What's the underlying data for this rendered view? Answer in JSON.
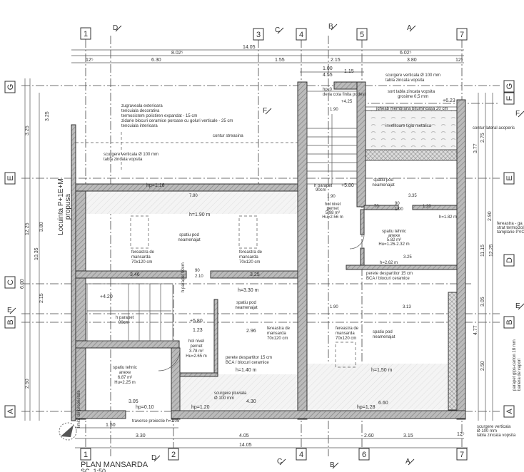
{
  "title": {
    "name": "PLAN MANSARDA",
    "scale": "SC. 1:50"
  },
  "axes": {
    "top": [
      "1",
      "3",
      "4",
      "5",
      "7"
    ],
    "bottom": [
      "1",
      "2",
      "4",
      "6",
      "7"
    ],
    "left": [
      "G",
      "E",
      "C",
      "B",
      "A"
    ],
    "right": [
      "G",
      "F",
      "E",
      "D",
      "B",
      "A"
    ]
  },
  "sections": {
    "top": [
      "D",
      "C",
      "B",
      "A"
    ],
    "bottom": [
      "D",
      "C",
      "B",
      "A"
    ],
    "side": [
      "F",
      "F",
      "E",
      "E"
    ]
  },
  "labels": {
    "d_top_total": "14.05",
    "d_top_a": "8.02⁵",
    "d_top_b": "6.02⁵",
    "d_top_c": "12⁵",
    "d_top_d": "6.30",
    "d_top_e": "1.55",
    "d_top_f": "2.15",
    "d_top_g": "3.80",
    "d_top_h": "12⁵",
    "d_top_i": "1.00",
    "d_top_j": "4.55",
    "d_top_k": "1.15",
    "d_bot_a": "1.50",
    "d_bot_b": "3.30",
    "d_bot_c": "4.05",
    "d_bot_d": "2.60",
    "d_bot_e": "3.15",
    "d_bot_total": "14.05",
    "d_bot_f": "12⁵",
    "d_left_a": "3.25",
    "d_left_b": "12.25",
    "d_left_c": "6.00",
    "d_left_d": "10.35",
    "d_left_e": "2.50",
    "d_left_f": "3.25",
    "d_left_g": "3.80",
    "d_left_h": "2.15",
    "d_right_a": "2.75",
    "d_right_b": "3.77",
    "d_right_c": "2.90",
    "d_right_d": "11.15",
    "d_right_e": "12.25",
    "d_right_f": "3.05",
    "d_right_g": "4.77",
    "d_right_h": "2.50",
    "building": "Locuinta P+1E+M",
    "building2": "propusa",
    "property": "limita de proprietate",
    "layers1": "zugraveala exterioara",
    "layers2": "tencuiala decorativa",
    "layers3": "termosistem polistiren expandat - 15 cm",
    "layers4": "zidarie blocuri ceramice poroase cu goluri verticale - 25 cm",
    "layers5": "tencuiala interioara",
    "eaves": "contur streasina",
    "drain1a": "scurgere verticala Ø 100 mm",
    "drain1b": "tabla zincata vopsita",
    "hp116": "hp=1,16",
    "d780": "7.80",
    "h190": "h=1.90 m",
    "attic1a": "spatiu pod",
    "attic1b": "neamenajat",
    "win1a": "fereastra de",
    "win1b": "mansarda",
    "win1c": "70x120 cm",
    "win2a": "fereastra de",
    "win2b": "mansarda",
    "win2c": "70x120 cm",
    "d346": "3.46",
    "d90a": "90",
    "d210a": "2.10",
    "d325a": "3.25",
    "lvl420": "+4.20",
    "parapet1a": "h parapet",
    "parapet1b": "90cm",
    "parapet2": "h parapet 90cm",
    "lvl580a": "+5.80",
    "d123": "1.23",
    "hall1a": "hol nivel",
    "hall1b": "pernet",
    "hall1c": "3.78 m²",
    "hall1d": "Hu=2.65 m",
    "h330": "h=3.30 m",
    "attic2a": "spatiu pod",
    "attic2b": "neamenajat",
    "d296": "2.96",
    "win3a": "fereastra de",
    "win3b": "mansarda",
    "win3c": "70x120 cm",
    "part1a": "perete despartitor 15 cm",
    "part1b": "BCA / blocuri ceramice",
    "h140": "h=1.40 m",
    "tech1a": "spatiu tehnic",
    "tech1b": "anexe",
    "tech1c": "6.87 m²",
    "tech1d": "Hu=2.25 m",
    "rain1a": "scurgere pluviala",
    "rain1b": "Ø 100 mm",
    "d430": "4.30",
    "d305": "3.05",
    "hp010": "hp=0.10",
    "hp120": "hp=1.20",
    "beam": "traverse proiectie h=1.05",
    "podest1": "hpc0",
    "podest2": "de la cota finita podest",
    "lvl425": "+4.25",
    "d190a": "1.90",
    "drain2a": "scurgere verticala Ø 100 mm",
    "drain2b": "tabla zincata vopsita",
    "sheet1": "sort tabla zincata vopsita",
    "sheet2": "grosime 0,5 mm",
    "lvl623": "+6.23",
    "gutter": "jgheab membrana bituminoasa 20 cm",
    "roof": "invelitoare tigla metalica",
    "roofedge": "contur lateral acoperis",
    "parapet3a": "h parapet",
    "parapet3b": "90cm",
    "lvl580b": "+5.80",
    "d190b": "1.90",
    "attic3a": "spatiu pod",
    "attic3b": "neamenajat",
    "d335": "3.35",
    "hall2a": "hol nivel",
    "hall2b": "pernet",
    "hall2c": "5.98 m²",
    "hall2d": "Hu=2.56 m",
    "d70": "70",
    "d90b": "90",
    "d190c": "1.90",
    "d120": "1.20",
    "tech2a": "spatiu tehnic",
    "tech2b": "anexe",
    "tech2c": "5.82 m²",
    "tech2d": "Hu=1.26-2.32 m",
    "h182": "h=1.82 m",
    "d325b": "3.25",
    "h262": "h=2.62 m",
    "part2a": "perete despartitor 15 cm",
    "part2b": "BCA / blocuri ceramice",
    "d313": "3.13",
    "d190d": "1.90",
    "win4a": "fereastra de",
    "win4b": "mansarda",
    "win4c": "70x120 cm",
    "attic4a": "spatiu pod",
    "attic4b": "neamenajat",
    "h150": "h=1,50 m",
    "d660": "6.60",
    "hp128": "hp=1,28",
    "winside1": "fereastra - ga",
    "winside2": "strat termoizolant",
    "winside3": "tamplarie PVC",
    "gips1": "parapet gips-carton 18 mm",
    "gips2": "bariera de vapori",
    "drain3a": "scurgere verticala",
    "drain3b": "Ø 100 mm",
    "drain3c": "tabla zincata vopsita"
  }
}
